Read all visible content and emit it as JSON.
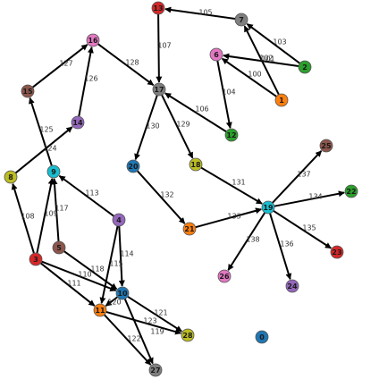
{
  "palette": {
    "red": "#d62728",
    "gray": "#7f7f7f",
    "pink": "#e377c2",
    "green": "#2ca02c",
    "orange": "#ff7f0e",
    "brown": "#8c564b",
    "purple": "#9467bd",
    "olive": "#bcbd22",
    "cyan": "#17becf",
    "blue": "#1f77b4"
  },
  "nodes": [
    {
      "id": "13",
      "label": "13",
      "color": "red"
    },
    {
      "id": "7",
      "label": "7",
      "color": "gray"
    },
    {
      "id": "16",
      "label": "16",
      "color": "pink"
    },
    {
      "id": "6",
      "label": "6",
      "color": "pink"
    },
    {
      "id": "2",
      "label": "2",
      "color": "green"
    },
    {
      "id": "1",
      "label": "1",
      "color": "orange"
    },
    {
      "id": "15",
      "label": "15",
      "color": "brown"
    },
    {
      "id": "17",
      "label": "17",
      "color": "gray"
    },
    {
      "id": "14",
      "label": "14",
      "color": "purple"
    },
    {
      "id": "12",
      "label": "12",
      "color": "green"
    },
    {
      "id": "25",
      "label": "25",
      "color": "brown"
    },
    {
      "id": "20",
      "label": "20",
      "color": "blue"
    },
    {
      "id": "18",
      "label": "18",
      "color": "olive"
    },
    {
      "id": "8",
      "label": "8",
      "color": "olive"
    },
    {
      "id": "9",
      "label": "9",
      "color": "cyan"
    },
    {
      "id": "22",
      "label": "22",
      "color": "green"
    },
    {
      "id": "19",
      "label": "19",
      "color": "cyan"
    },
    {
      "id": "4",
      "label": "4",
      "color": "purple"
    },
    {
      "id": "21",
      "label": "21",
      "color": "orange"
    },
    {
      "id": "5",
      "label": "5",
      "color": "brown"
    },
    {
      "id": "23",
      "label": "23",
      "color": "red"
    },
    {
      "id": "3",
      "label": "3",
      "color": "red"
    },
    {
      "id": "26",
      "label": "26",
      "color": "pink"
    },
    {
      "id": "24",
      "label": "24",
      "color": "purple"
    },
    {
      "id": "10",
      "label": "10",
      "color": "blue"
    },
    {
      "id": "11",
      "label": "11",
      "color": "orange"
    },
    {
      "id": "28",
      "label": "28",
      "color": "olive"
    },
    {
      "id": "0",
      "label": "0",
      "color": "blue"
    },
    {
      "id": "27",
      "label": "27",
      "color": "gray"
    }
  ],
  "edges": [
    {
      "from": "7",
      "to": "13",
      "label": "105"
    },
    {
      "from": "13",
      "to": "17",
      "label": "107"
    },
    {
      "from": "16",
      "to": "17",
      "label": "128"
    },
    {
      "from": "2",
      "to": "7",
      "label": "103"
    },
    {
      "from": "1",
      "to": "7",
      "label": "102"
    },
    {
      "from": "2",
      "to": "6",
      "label": "101"
    },
    {
      "from": "1",
      "to": "6",
      "label": "100"
    },
    {
      "from": "6",
      "to": "12",
      "label": "104"
    },
    {
      "from": "12",
      "to": "17",
      "label": "106"
    },
    {
      "from": "15",
      "to": "16",
      "label": "127"
    },
    {
      "from": "14",
      "to": "16",
      "label": "126"
    },
    {
      "from": "17",
      "to": "20",
      "label": "130"
    },
    {
      "from": "17",
      "to": "18",
      "label": "129"
    },
    {
      "from": "9",
      "to": "15",
      "label": "125"
    },
    {
      "from": "8",
      "to": "14",
      "label": "124"
    },
    {
      "from": "18",
      "to": "19",
      "label": "131"
    },
    {
      "from": "20",
      "to": "21",
      "label": "132"
    },
    {
      "from": "21",
      "to": "19",
      "label": "133"
    },
    {
      "from": "19",
      "to": "25",
      "label": "137"
    },
    {
      "from": "19",
      "to": "22",
      "label": "134"
    },
    {
      "from": "19",
      "to": "23",
      "label": "135"
    },
    {
      "from": "19",
      "to": "26",
      "label": "138"
    },
    {
      "from": "19",
      "to": "24",
      "label": "136"
    },
    {
      "from": "4",
      "to": "9",
      "label": "113"
    },
    {
      "from": "3",
      "to": "8",
      "label": "108"
    },
    {
      "from": "3",
      "to": "9",
      "label": "109"
    },
    {
      "from": "5",
      "to": "9",
      "label": "117"
    },
    {
      "from": "4",
      "to": "10",
      "label": "114"
    },
    {
      "from": "4",
      "to": "11",
      "label": "115"
    },
    {
      "from": "5",
      "to": "10",
      "label": "118"
    },
    {
      "from": "3",
      "to": "10",
      "label": "110"
    },
    {
      "from": "3",
      "to": "11",
      "label": "111"
    },
    {
      "from": "10",
      "to": "28",
      "label": "121"
    },
    {
      "from": "10",
      "to": "27",
      "label": "119"
    },
    {
      "from": "11",
      "to": "28",
      "label": "123"
    },
    {
      "from": "11",
      "to": "27",
      "label": "122"
    },
    {
      "from": "10",
      "to": "11",
      "label": "120"
    }
  ]
}
